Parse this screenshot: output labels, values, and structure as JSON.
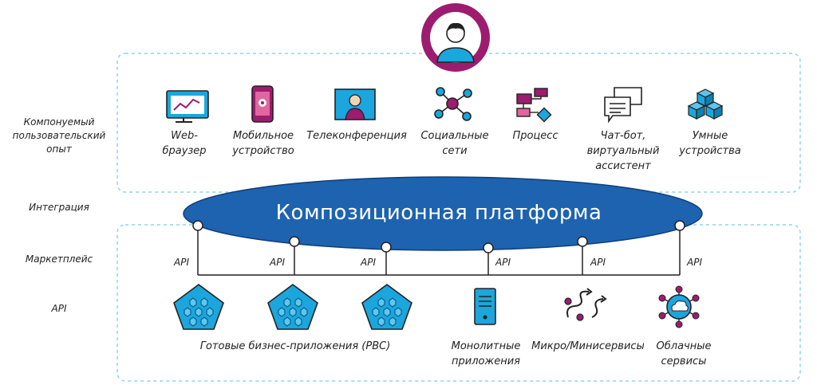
{
  "row_labels": {
    "experience": [
      "Компонуемый",
      "пользовательский",
      "опыт"
    ],
    "integration": "Интеграция",
    "marketplace": "Маркетплейс",
    "api": "API"
  },
  "platform": {
    "label": "Композиционная платформа"
  },
  "channels": [
    {
      "icon": "web-browser-icon",
      "lines": [
        "Web-",
        "браузер"
      ]
    },
    {
      "icon": "mobile-device-icon",
      "lines": [
        "Мобильное",
        "устройство"
      ]
    },
    {
      "icon": "video-conference-icon",
      "lines": [
        "Телеконференция"
      ]
    },
    {
      "icon": "social-network-icon",
      "lines": [
        "Социальные",
        "сети"
      ]
    },
    {
      "icon": "process-icon",
      "lines": [
        "Процесс"
      ]
    },
    {
      "icon": "chatbot-icon",
      "lines": [
        "Чат-бот,",
        "виртуальный",
        "ассистент"
      ]
    },
    {
      "icon": "smart-devices-icon",
      "lines": [
        "Умные",
        "устройства"
      ]
    }
  ],
  "api_connector_label": "API",
  "services": {
    "pbc_label": "Готовые бизнес-приложения (PBC)",
    "monolith": [
      "Монолитные",
      "приложения"
    ],
    "micro": "Микро/Минисервисы",
    "cloud": [
      "Облачные",
      "сервисы"
    ]
  },
  "colors": {
    "accent": "#1e63b0",
    "magenta": "#9c1c70",
    "cyan": "#1ba6dd",
    "dashed": "#8fd3ee"
  }
}
